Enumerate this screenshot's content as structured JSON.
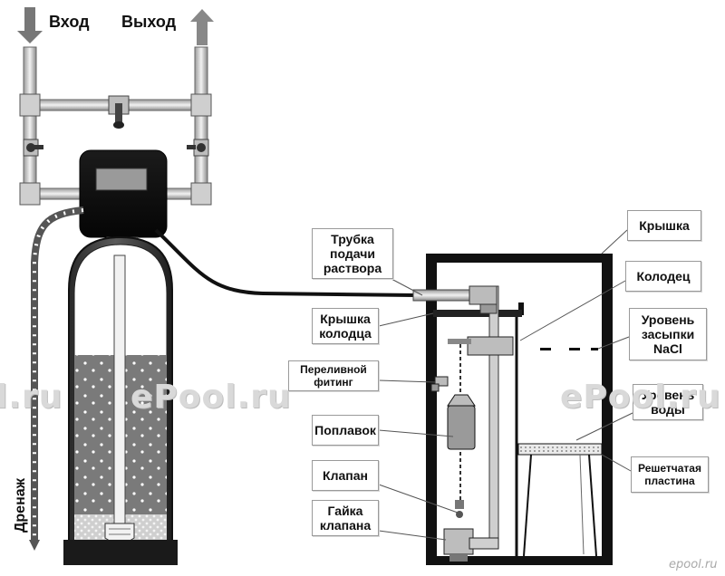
{
  "flow": {
    "inlet": "Вход",
    "outlet": "Выход",
    "drain": "Дренаж"
  },
  "labels": {
    "tube": "Трубка\nподачи\nраствора",
    "well_cap": "Крышка\nколодца",
    "overflow": "Переливной\nфитинг",
    "float": "Поплавок",
    "valve": "Клапан",
    "valve_nut": "Гайка\nклапана",
    "lid": "Крышка",
    "well": "Колодец",
    "salt_level": "Уровень\nзасыпки\nNaCl",
    "water_level": "Уровень\nводы",
    "grate": "Решетчатая\nпластина"
  },
  "watermark": {
    "left": "l.ru",
    "center": "ePool.ru",
    "right": "ePool.ru"
  },
  "logo": "epool.ru"
}
